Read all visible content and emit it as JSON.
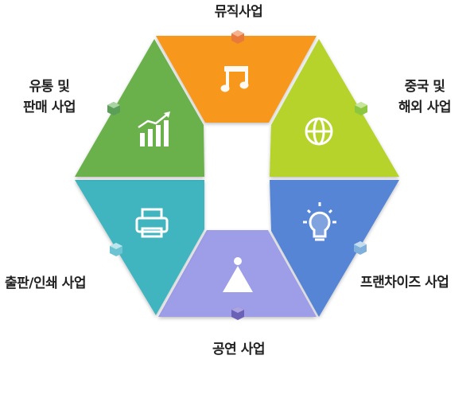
{
  "segments": [
    {
      "id": "music",
      "label": "뮤직사업",
      "icon": "music-note-icon",
      "color": "#f7981f",
      "gem": "#e87a3c"
    },
    {
      "id": "china",
      "label_lines": [
        "중국 및",
        "해외 사업"
      ],
      "icon": "globe-icon",
      "color": "#b5d32a",
      "gem": "#8dc63f"
    },
    {
      "id": "franchise",
      "label": "프랜차이즈 사업",
      "icon": "lightbulb-icon",
      "color": "#5785d6",
      "gem": "#7fb0dc"
    },
    {
      "id": "performance",
      "label": "공연 사업",
      "icon": "stage-icon",
      "color": "#9d9de8",
      "gem": "#6b62b8"
    },
    {
      "id": "publishing",
      "label_lines": [
        "출판/인쇄 사업"
      ],
      "icon": "printer-icon",
      "color": "#40b4bf",
      "gem": "#6cc4d3"
    },
    {
      "id": "distribution",
      "label_lines": [
        "유통 및",
        "판매 사업"
      ],
      "icon": "bar-chart-icon",
      "color": "#6ab04c",
      "gem": "#5a9e58"
    }
  ]
}
